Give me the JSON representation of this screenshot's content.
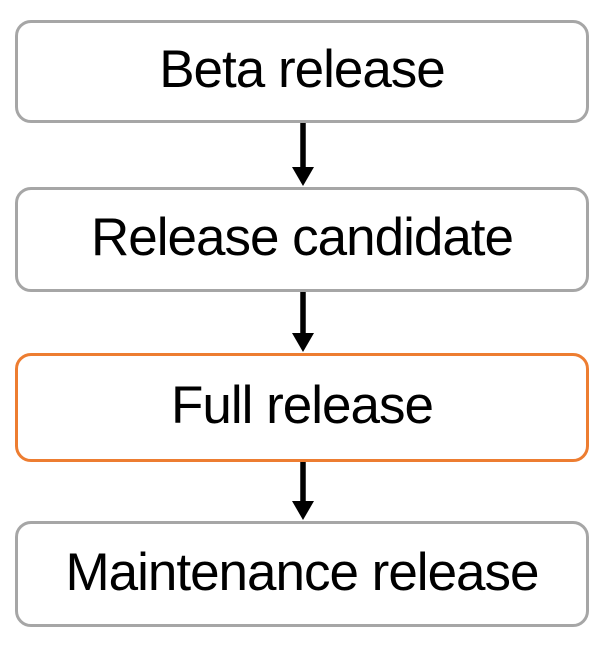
{
  "diagram": {
    "nodes": [
      {
        "id": "beta-release",
        "label": "Beta release",
        "highlighted": false
      },
      {
        "id": "release-candidate",
        "label": "Release candidate",
        "highlighted": false
      },
      {
        "id": "full-release",
        "label": "Full release",
        "highlighted": true
      },
      {
        "id": "maintenance-release",
        "label": "Maintenance release",
        "highlighted": false
      }
    ],
    "edges": [
      {
        "from": "beta-release",
        "to": "release-candidate"
      },
      {
        "from": "release-candidate",
        "to": "full-release"
      },
      {
        "from": "full-release",
        "to": "maintenance-release"
      }
    ],
    "highlighted_node": "full-release",
    "colors": {
      "node_border": "#a6a6a6",
      "highlight_border": "#ed7d31",
      "node_fill": "#ffffff",
      "text": "#000000",
      "arrow": "#000000",
      "background": "#ffffff"
    }
  }
}
